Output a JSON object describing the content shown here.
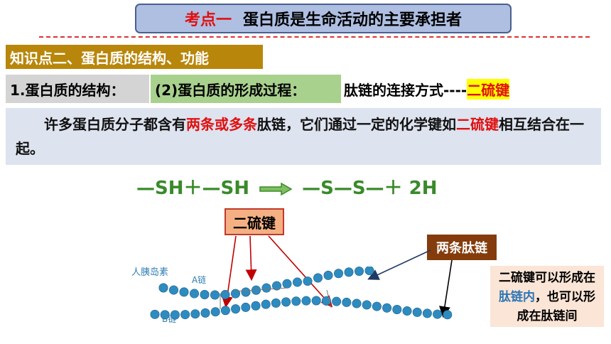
{
  "title": {
    "highlight": "考点一",
    "text": "蛋白质是生命活动的主要承担者"
  },
  "knowledge_point": "知识点二、蛋白质的结构、功能",
  "structure_label": "1.蛋白质的结构：",
  "formation_label": "(2)蛋白质的形成过程：",
  "link_way_prefix": "肽链的连接方式----",
  "link_way_key": "二硫键",
  "paragraph": {
    "part1": "许多蛋白质分子都含有",
    "part2": "两条或多条",
    "part3": "肽链，它们通过一定的化学键如",
    "part4": "二硫键",
    "part5": "相互结合在一起。"
  },
  "equation": {
    "left": "—SH＋—SH",
    "right": "—S—S—＋ 2H"
  },
  "disulfide_label": "二硫键",
  "two_chains_label": "两条肽链",
  "note": {
    "part1": "二硫键可以形成在",
    "part2": "肽链内",
    "part3": "，也可以形成在肽链间"
  },
  "insulin_label": "人胰岛素",
  "chain_a_label": "A链",
  "chain_b_label": "B链",
  "colors": {
    "title_bg": "#aebfe2",
    "kp_bg": "#b8860b",
    "green": "#3a8a2a",
    "red": "#e01010",
    "bead": "#2e8bc0"
  }
}
